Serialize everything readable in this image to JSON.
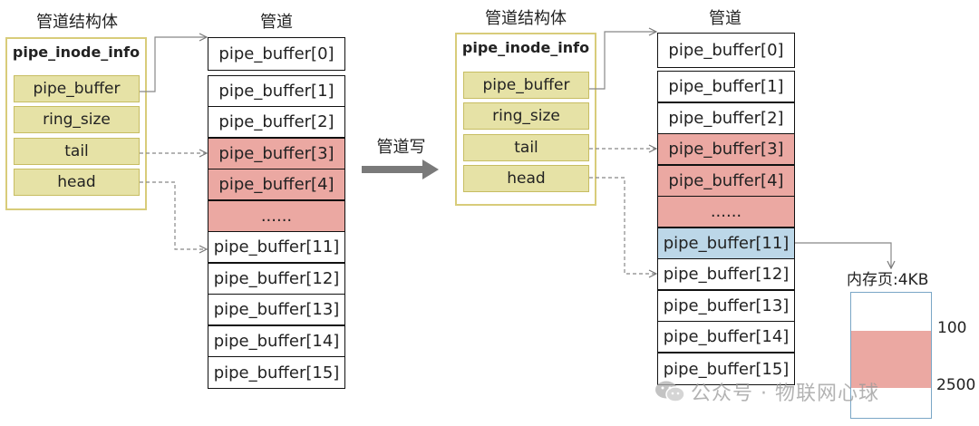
{
  "left": {
    "struct_heading": "管道结构体",
    "pipe_heading": "管道",
    "struct_name": "pipe_inode_info",
    "fields": [
      "pipe_buffer",
      "ring_size",
      "tail",
      "head"
    ],
    "buffers": [
      "pipe_buffer[0]",
      "pipe_buffer[1]",
      "pipe_buffer[2]",
      "pipe_buffer[3]",
      "pipe_buffer[4]",
      "......",
      "pipe_buffer[11]",
      "pipe_buffer[12]",
      "pipe_buffer[13]",
      "pipe_buffer[14]",
      "pipe_buffer[15]"
    ]
  },
  "transition_label": "管道写",
  "right": {
    "struct_heading": "管道结构体",
    "pipe_heading": "管道",
    "struct_name": "pipe_inode_info",
    "fields": [
      "pipe_buffer",
      "ring_size",
      "tail",
      "head"
    ],
    "buffers": [
      "pipe_buffer[0]",
      "pipe_buffer[1]",
      "pipe_buffer[2]",
      "pipe_buffer[3]",
      "pipe_buffer[4]",
      "......",
      "pipe_buffer[11]",
      "pipe_buffer[12]",
      "pipe_buffer[13]",
      "pipe_buffer[14]",
      "pipe_buffer[15]"
    ]
  },
  "memory_page": {
    "label": "内存页:4KB",
    "mark_top": "100",
    "mark_bottom": "2500"
  },
  "watermark": "公众号 · 物联网心球",
  "colors": {
    "field_fill": "#e6e2a6",
    "highlight_red": "#eba8a2",
    "highlight_blue": "#bcd7e8",
    "struct_border": "#d8cc7a"
  }
}
